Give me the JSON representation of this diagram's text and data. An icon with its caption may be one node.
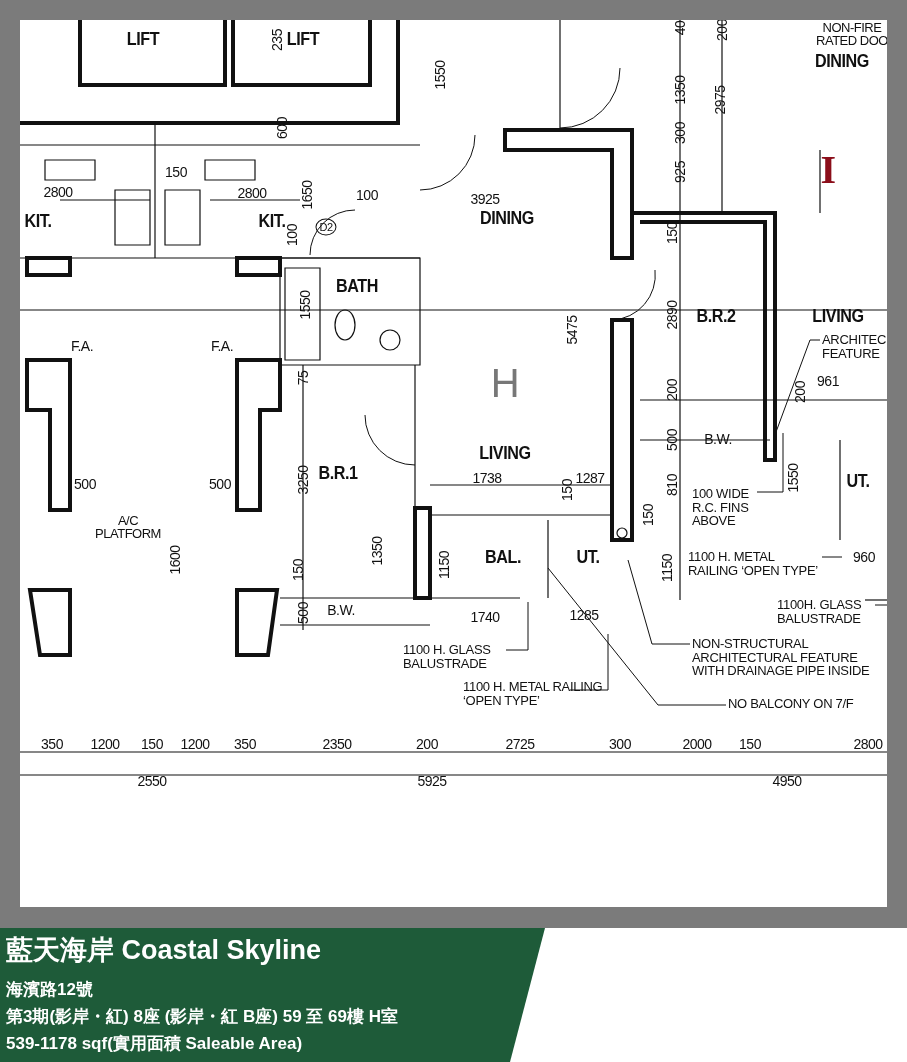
{
  "diagram": {
    "title": "藍天海岸 Coastal Skyline",
    "nodes": [
      {
        "text": [
          "ARCHITEC FEATURE"
        ]
      },
      {
        "text": [
          "100 WIDE R.C. FINS ABOVE"
        ]
      },
      {
        "text": [
          "1100 H. METAL RAILING ‘OPEN TYPE’"
        ]
      },
      {
        "text": [
          "1100H. GLASS BALUSTRADE"
        ]
      },
      {
        "text": [
          "NON-STRUCTURAL ARCHITECTURAL FEATURE WITH DRAINAGE PIPE INSIDE"
        ]
      },
      {
        "text": [
          "1100 H. GLASS BALUSTRADE"
        ]
      },
      {
        "text": [
          "1100 H. METAL RAILING ‘OPEN TYPE’"
        ]
      },
      {
        "text": [
          "NO BALCONY ON 7/F"
        ]
      }
    ],
    "edges": [
      {
        "from": 0,
        "to": null,
        "arrow": "none"
      },
      {
        "from": 1,
        "to": null,
        "arrow": "none"
      },
      {
        "from": 2,
        "to": null,
        "arrow": "none"
      },
      {
        "from": 3,
        "to": null,
        "arrow": "none"
      },
      {
        "from": 4,
        "to": null,
        "arrow": "none"
      },
      {
        "from": 5,
        "to": null,
        "arrow": "none"
      },
      {
        "from": 6,
        "to": null,
        "arrow": "none"
      },
      {
        "from": 7,
        "to": null,
        "arrow": "none"
      }
    ],
    "labels": [
      "LIFT",
      "235",
      "LIFT",
      "1550",
      "40",
      "1350",
      "200",
      "NON-FIRE RATED DOO",
      "DINING",
      "600",
      "2975",
      "300",
      "150",
      "925",
      "I",
      "2800",
      "2800",
      "100",
      "3925",
      "KIT.",
      "KIT.",
      "1650",
      "DINING",
      "100",
      "D2",
      "150",
      "BATH",
      "1550",
      "5475",
      "2890",
      "B.R.2",
      "LIVING",
      "F.A.",
      "F.A.",
      "H",
      "75",
      "961",
      "200",
      "200",
      "500",
      "B.W.",
      "LIVING",
      "500",
      "500",
      "3250",
      "B.R.1",
      "1738",
      "150",
      "1287",
      "810",
      "1550",
      "UT.",
      "150",
      "A/C PLATFORM",
      "1600",
      "1350",
      "1150",
      "BAL.",
      "UT.",
      "1150",
      "960",
      "150",
      "500",
      "B.W.",
      "1740",
      "1285",
      "350",
      "1200",
      "150",
      "1200",
      "350",
      "2350",
      "200",
      "2725",
      "300",
      "2000",
      "150",
      "2800",
      "2550",
      "5925",
      "4950",
      "海濱路12號",
      "第3期(影岸・紅) 8座 (影岸・紅 B座) 59 至 69樓 H室",
      "539-1178 sqf(實用面積 Saleable Area)"
    ]
  }
}
